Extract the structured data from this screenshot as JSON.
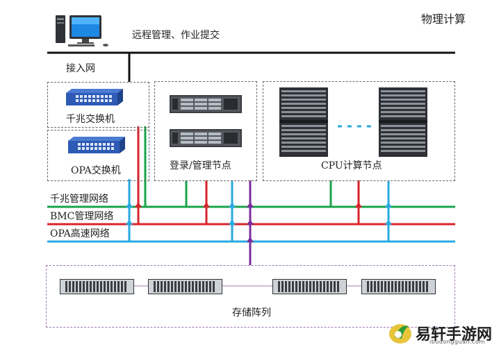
{
  "title": "物理计算",
  "remote_label": "远程管理、作业提交",
  "access_net_label": "接入网",
  "gigabit_switch_label": "千兆交换机",
  "opa_switch_label": "OPA交换机",
  "login_node_label": "登录/管理节点",
  "cpu_node_label": "CPU计算节点",
  "net_gigabit_label": "千兆管理网络",
  "net_bmc_label": "BMC管理网络",
  "net_opa_label": "OPA高速网络",
  "storage_label": "存储阵列",
  "watermark": {
    "text": "易轩手游网",
    "url": "ibudongguan.com"
  },
  "colors": {
    "gigabit": "#1aa34a",
    "bmc": "#d8232a",
    "opa": "#27a9e1",
    "storage": "#7b2c9c",
    "access": "#111111"
  },
  "icons": [
    "desktop-computer-icon",
    "network-switch-icon",
    "rack-server-icon",
    "blade-chassis-icon",
    "storage-array-icon",
    "watermark-logo-icon"
  ]
}
